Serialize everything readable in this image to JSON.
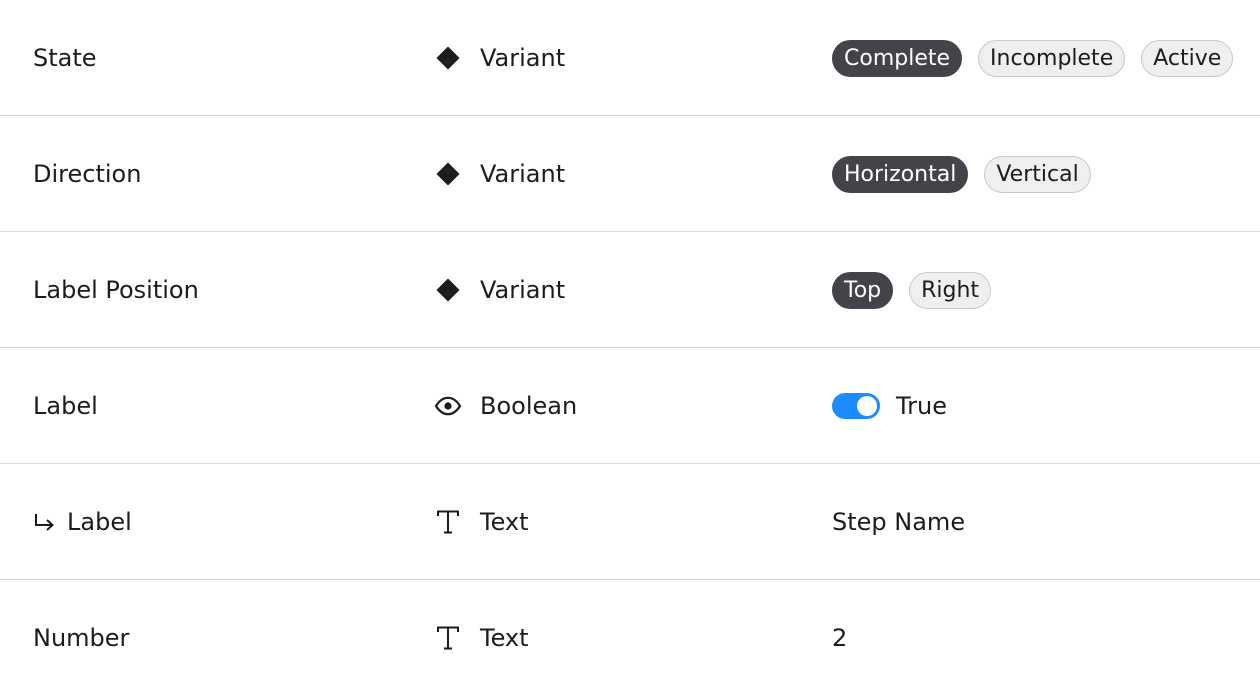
{
  "colors": {
    "selected_chip_bg": "#45424a",
    "toggle_on": "#1a8cff"
  },
  "rows": [
    {
      "name": "State",
      "type_icon": "diamond-icon",
      "type": "Variant",
      "options": [
        {
          "label": "Complete",
          "selected": true
        },
        {
          "label": "Incomplete",
          "selected": false
        },
        {
          "label": "Active",
          "selected": false
        }
      ]
    },
    {
      "name": "Direction",
      "type_icon": "diamond-icon",
      "type": "Variant",
      "options": [
        {
          "label": "Horizontal",
          "selected": true
        },
        {
          "label": "Vertical",
          "selected": false
        }
      ]
    },
    {
      "name": "Label Position",
      "type_icon": "diamond-icon",
      "type": "Variant",
      "options": [
        {
          "label": "Top",
          "selected": true
        },
        {
          "label": "Right",
          "selected": false
        }
      ]
    },
    {
      "name": "Label",
      "type_icon": "eye-icon",
      "type": "Boolean",
      "toggle_on": true,
      "value": "True"
    },
    {
      "name": "Label",
      "nested_icon": "return-arrow-icon",
      "type_icon": "text-icon",
      "type": "Text",
      "value": "Step Name"
    },
    {
      "name": "Number",
      "type_icon": "text-icon",
      "type": "Text",
      "value": "2"
    }
  ]
}
